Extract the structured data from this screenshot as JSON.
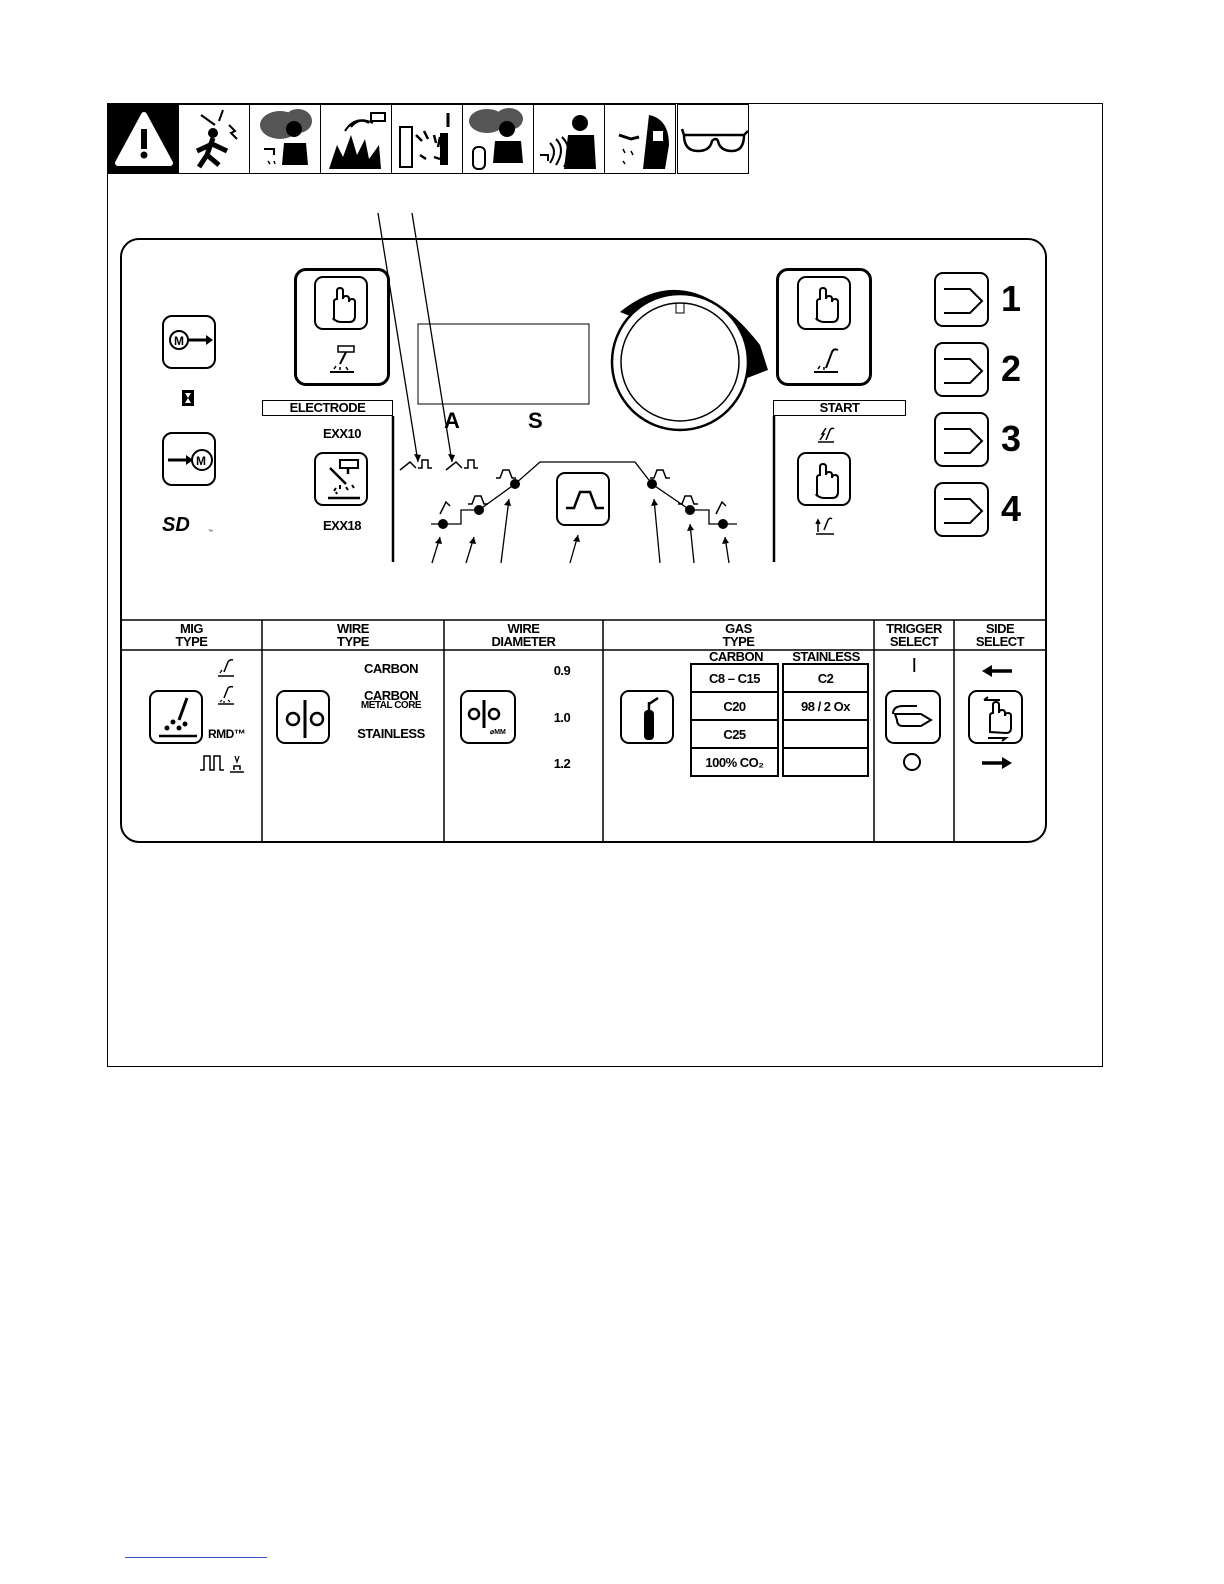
{
  "warnings": {
    "icons": [
      "warning-triangle-icon",
      "electric-shock-icon",
      "fumes-icon",
      "explosion-icon",
      "fire-sparks-icon",
      "gas-cylinder-fumes-icon",
      "arc-rays-icon",
      "welding-helmet-icon",
      "safety-glasses-icon"
    ]
  },
  "panel": {
    "electrode_label": "ELECTRODE",
    "exx10": "EXX10",
    "exx18": "EXX18",
    "start_label": "START",
    "display_a": "A",
    "display_s": "S",
    "memory_numbers": [
      "1",
      "2",
      "3",
      "4"
    ],
    "headers": {
      "mig_type": [
        "MIG",
        "TYPE"
      ],
      "wire_type": [
        "WIRE",
        "TYPE"
      ],
      "wire_diameter": [
        "WIRE",
        "DIAMETER"
      ],
      "gas_type": [
        "GAS",
        "TYPE"
      ],
      "trigger_select": [
        "TRIGGER",
        "SELECT"
      ],
      "side_select": [
        "SIDE",
        "SELECT"
      ]
    },
    "mig_options": [
      "RMD™"
    ],
    "wire_types": [
      "CARBON",
      "CARBON",
      "METAL CORE",
      "STAINLESS"
    ],
    "wire_diameters": [
      "0.9",
      "1.0",
      "1.2"
    ],
    "gas_columns": [
      "CARBON",
      "STAINLESS"
    ],
    "gas_carbon": [
      "C8 – C15",
      "C20",
      "C25",
      "100% CO₂"
    ],
    "gas_stainless": [
      "C2",
      "98 / 2 Ox",
      "",
      ""
    ],
    "trigger_on": "I",
    "trigger_off": "O"
  }
}
